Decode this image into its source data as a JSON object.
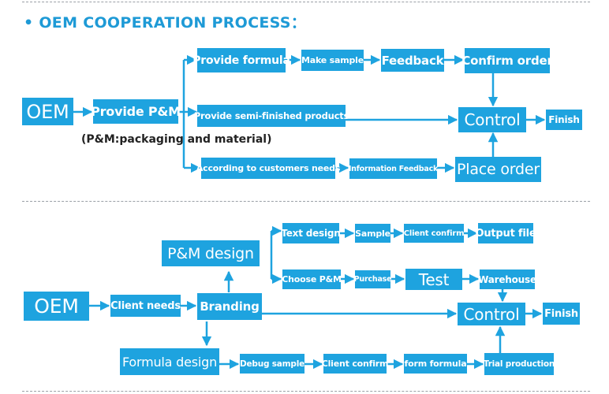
{
  "title": "• OEM COOPERATION PROCESS：",
  "accent_color": "#1ea3df",
  "flow1": {
    "oem": "OEM",
    "provide_pm": "Provide P&M",
    "pm_note": "(P&M:packaging and material)",
    "provide_formula": "Provide formula",
    "make_sample": "Make sample",
    "feedback": "Feedback",
    "confirm_order": "Confirm order",
    "provide_semi": "Provide semi-finished products",
    "control": "Control",
    "finish": "Finish",
    "according": "According to customers needs",
    "info_feedback": "Information Feedback",
    "place_order": "Place order"
  },
  "flow2": {
    "oem": "OEM",
    "client_needs": "Client needs",
    "branding": "Branding",
    "pm_design": "P&M design",
    "text_design": "Text design",
    "sample": "Sample",
    "client_confirm_top": "Client confirm",
    "output_file": "Output file",
    "choose_pm": "Choose P&M",
    "purchase": "Purchase",
    "test": "Test",
    "warehouse": "Warehouse",
    "control": "Control",
    "finish": "Finish",
    "formula_design": "Formula design",
    "debug_sample": "Debug sample",
    "client_confirm_bottom": "Client confirm",
    "form_formula": "form formula",
    "trial_production": "Trial production"
  }
}
